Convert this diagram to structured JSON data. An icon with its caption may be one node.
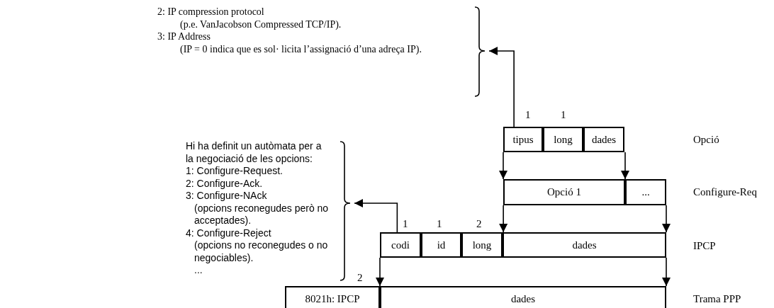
{
  "diagram": {
    "nodes": [
      {
        "text": [
          "2: IP compression protocol",
          "(p.e. VanJacobson Compressed TCP/IP).",
          "3: IP Address",
          "(IP = 0 indica que es sol· licita l’assignació d’una adreça IP)."
        ]
      },
      {
        "text": [
          "Hi ha definit un autòmata per a la negociació de les opcions:",
          "1: Configure-Request.",
          "2: Configure-Ack.",
          "3: Configure-NAck",
          "(opcions reconegudes però no acceptades).",
          "4: Configure-Reject",
          "(opcions no reconegudes o no negociables).",
          "..."
        ]
      },
      {
        "text": [
          "tipus"
        ]
      },
      {
        "text": [
          "long"
        ]
      },
      {
        "text": [
          "dades"
        ]
      },
      {
        "text": [
          "Opció 1"
        ]
      },
      {
        "text": [
          "..."
        ]
      },
      {
        "text": [
          "codi"
        ]
      },
      {
        "text": [
          "id"
        ]
      },
      {
        "text": [
          "long"
        ]
      },
      {
        "text": [
          "dades"
        ]
      },
      {
        "text": [
          "8021h: IPCP"
        ]
      },
      {
        "text": [
          "dades"
        ]
      }
    ],
    "edges": [
      {
        "from": 2,
        "to": 0,
        "arrow": "to"
      },
      {
        "from": 7,
        "to": 1,
        "arrow": "to"
      },
      {
        "from": 2,
        "to": 5,
        "arrow": "to"
      },
      {
        "from": 4,
        "to": 5,
        "arrow": "to"
      },
      {
        "from": 5,
        "to": 10,
        "arrow": "to"
      },
      {
        "from": 6,
        "to": 10,
        "arrow": "to"
      },
      {
        "from": 7,
        "to": 12,
        "arrow": "to"
      },
      {
        "from": 10,
        "to": 12,
        "arrow": "to"
      }
    ],
    "labels": [
      "1",
      "1",
      "Opció",
      "Configure-Req",
      "1",
      "1",
      "2",
      "IPCP",
      "2",
      "Trama PPP"
    ]
  }
}
